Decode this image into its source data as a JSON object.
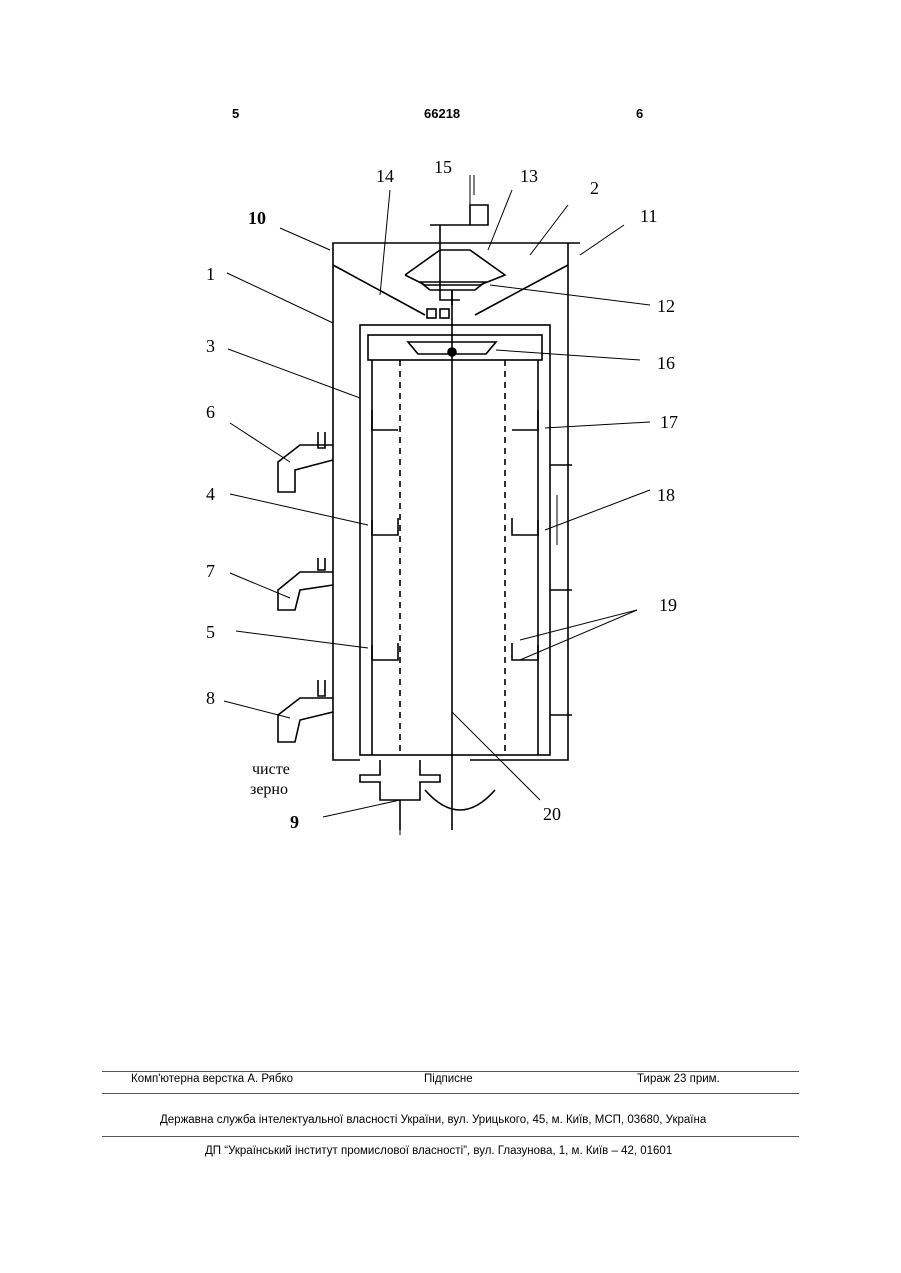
{
  "header": {
    "left_page": "5",
    "patent_number": "66218",
    "right_page": "6"
  },
  "figure": {
    "labels": [
      "1",
      "2",
      "3",
      "4",
      "5",
      "6",
      "7",
      "8",
      "9",
      "10",
      "11",
      "12",
      "13",
      "14",
      "15",
      "16",
      "17",
      "18",
      "19",
      "20"
    ],
    "outlet_text_line1": "чисте",
    "outlet_text_line2": "зерно"
  },
  "footer": {
    "layout_credit": "Комп'ютерна верстка А. Рябко",
    "signed": "Підписне",
    "circulation": "Тираж 23 прим.",
    "agency": "Державна служба інтелектуальної власності України, вул. Урицького, 45, м. Київ, МСП, 03680, Україна",
    "institute": "ДП “Український інститут промислової власності”, вул. Глазунова, 1, м. Київ – 42, 01601"
  }
}
